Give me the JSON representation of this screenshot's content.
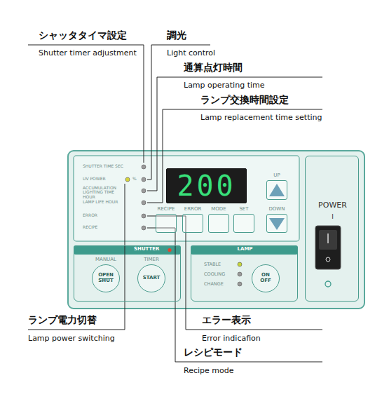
{
  "diagram": {
    "nodes": [
      {
        "text": [
          "200"
        ]
      },
      {
        "text": [
          "RECIPE"
        ]
      },
      {
        "text": [
          "ERROR"
        ]
      },
      {
        "text": [
          "MODE"
        ]
      },
      {
        "text": [
          "SET"
        ]
      },
      {
        "text": [
          "UP"
        ]
      },
      {
        "text": [
          "DOWN"
        ]
      },
      {
        "text": [
          "SHUTTER"
        ]
      },
      {
        "text": [
          "MANUAL",
          "OPEN SHUT"
        ],
        "in": 7
      },
      {
        "text": [
          "TIMER",
          "START"
        ],
        "in": 7
      },
      {
        "text": [
          "LAMP",
          "STABLE",
          "COOLING",
          "CHANGE"
        ]
      },
      {
        "text": [
          "ON OFF"
        ],
        "in": 10
      },
      {
        "text": [
          "POWER",
          "I"
        ]
      }
    ],
    "labels": [
      "シャッタタイマ設定",
      "Shutter timer adjustment",
      "調光",
      "Light control",
      "通算点灯時間",
      "Lamp operating time",
      "ランプ交換時間設定",
      "Lamp replacement time setting",
      "SHUTTER TIME SEC",
      "UV POWER",
      "%",
      "ACCUMULATION LIGHTING TIME HOUR",
      "LAMP LIFE HOUR",
      "ERROR",
      "RECIPE",
      "ランプ電力切替",
      "Lamp power switching",
      "エラー表示",
      "Error indicafion",
      "レシピモード",
      "Recipe mode"
    ]
  }
}
